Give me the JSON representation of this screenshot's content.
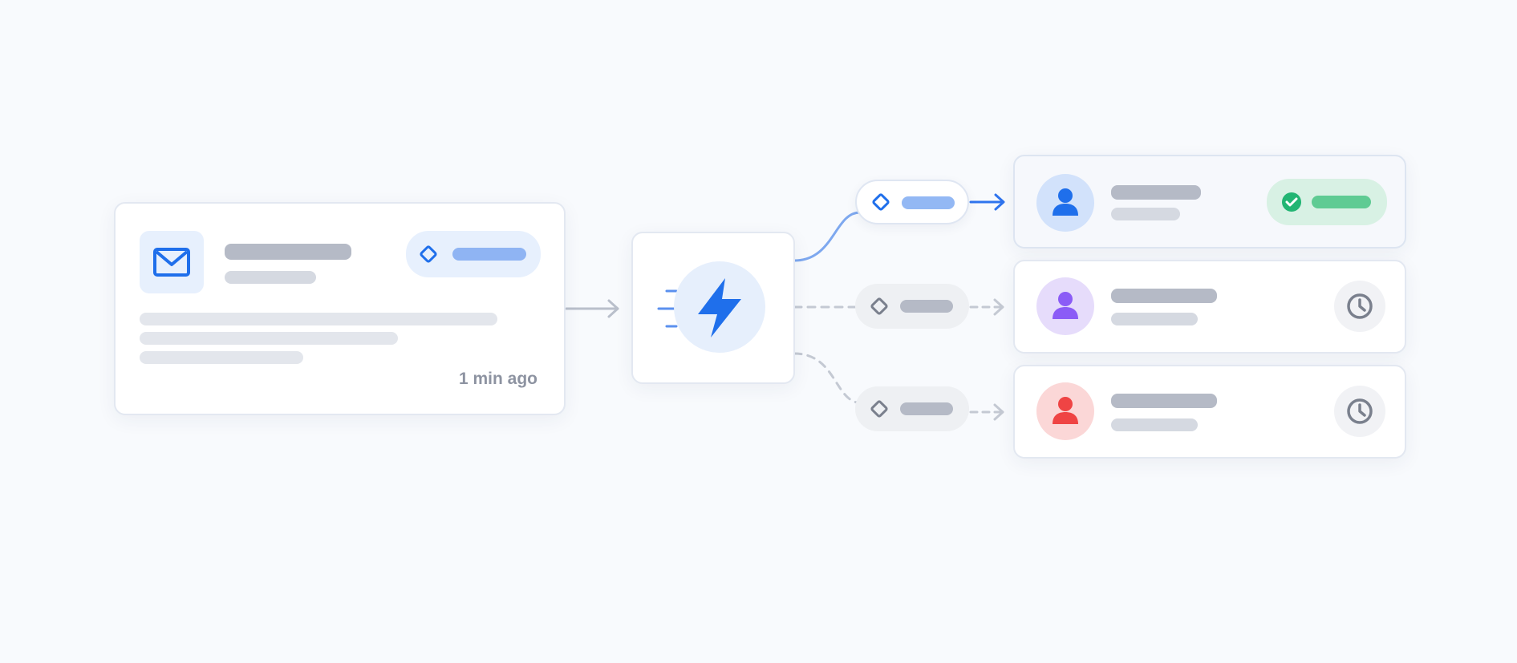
{
  "source_card": {
    "icon": "mail-icon",
    "tag_icon": "tag-icon",
    "timestamp": "1 min ago"
  },
  "trigger": {
    "icon": "lightning-icon"
  },
  "routes": [
    {
      "style": "solid",
      "status": "active",
      "avatar_icon": "user-icon",
      "status_icon": "check-icon"
    },
    {
      "style": "dashed",
      "status": "pending",
      "avatar_icon": "user-icon",
      "status_icon": "clock-icon"
    },
    {
      "style": "dashed",
      "status": "pending",
      "avatar_icon": "user-icon",
      "status_icon": "clock-icon"
    }
  ],
  "colors": {
    "accent": "#1f6feb",
    "success": "#22b573",
    "purple": "#8b5cf6",
    "red": "#ef4444",
    "muted": "#8d93a1"
  }
}
